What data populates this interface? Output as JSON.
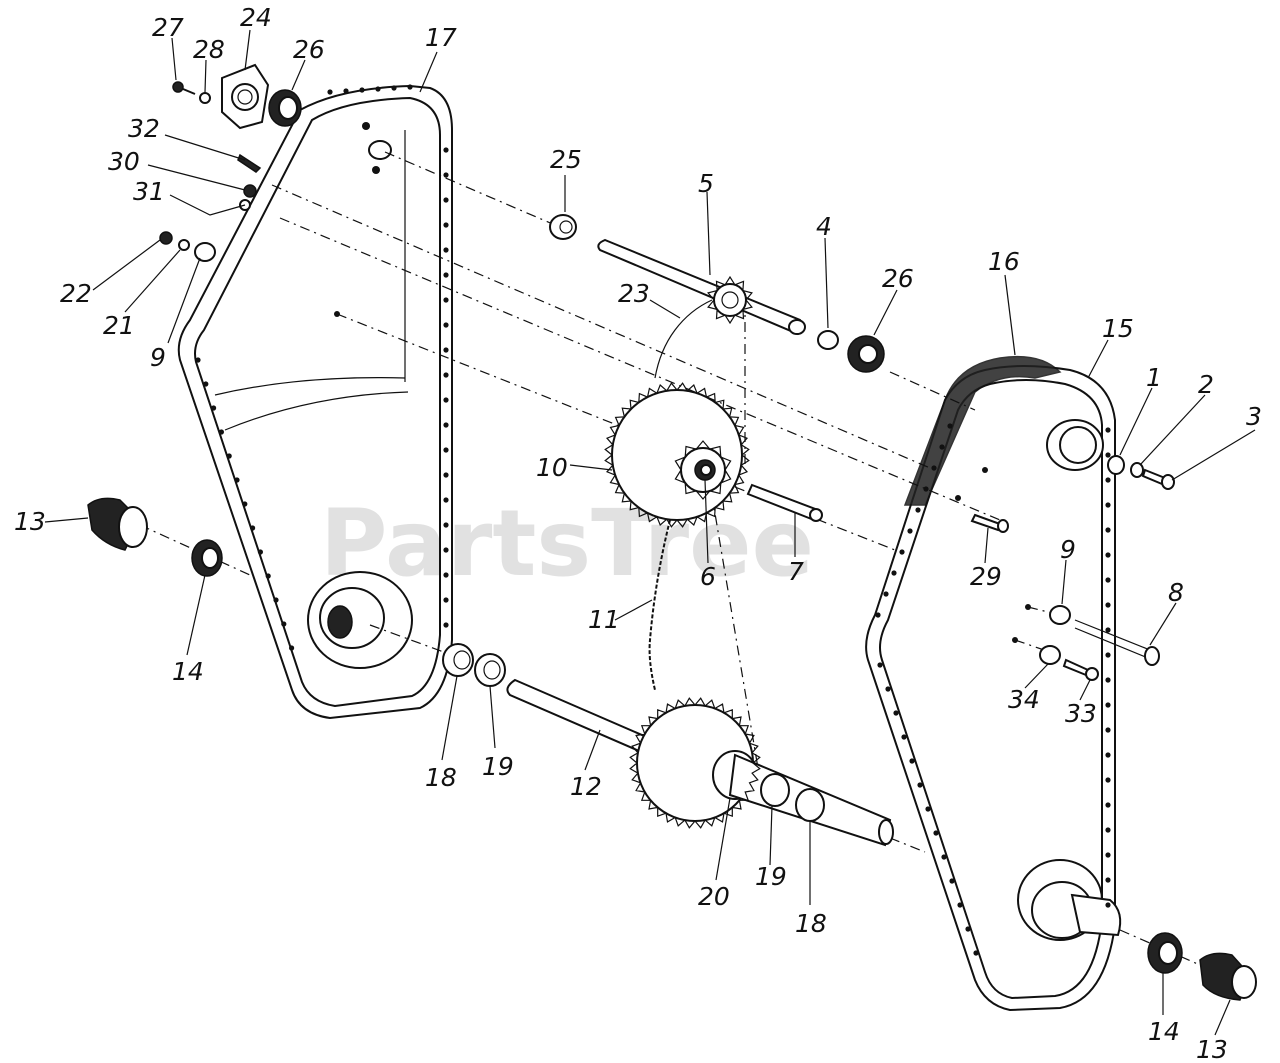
{
  "watermark": "PartsTree",
  "callouts": [
    {
      "id": "c27",
      "text": "27"
    },
    {
      "id": "c28",
      "text": "28"
    },
    {
      "id": "c24",
      "text": "24"
    },
    {
      "id": "c26a",
      "text": "26"
    },
    {
      "id": "c17",
      "text": "17"
    },
    {
      "id": "c32",
      "text": "32"
    },
    {
      "id": "c30",
      "text": "30"
    },
    {
      "id": "c31",
      "text": "31"
    },
    {
      "id": "c22",
      "text": "22"
    },
    {
      "id": "c21",
      "text": "21"
    },
    {
      "id": "c9a",
      "text": "9"
    },
    {
      "id": "c25",
      "text": "25"
    },
    {
      "id": "c5",
      "text": "5"
    },
    {
      "id": "c4",
      "text": "4"
    },
    {
      "id": "c26b",
      "text": "26"
    },
    {
      "id": "c16",
      "text": "16"
    },
    {
      "id": "c15",
      "text": "15"
    },
    {
      "id": "c1",
      "text": "1"
    },
    {
      "id": "c2",
      "text": "2"
    },
    {
      "id": "c3",
      "text": "3"
    },
    {
      "id": "c23",
      "text": "23"
    },
    {
      "id": "c10",
      "text": "10"
    },
    {
      "id": "c6",
      "text": "6"
    },
    {
      "id": "c7",
      "text": "7"
    },
    {
      "id": "c29",
      "text": "29"
    },
    {
      "id": "c9b",
      "text": "9"
    },
    {
      "id": "c8",
      "text": "8"
    },
    {
      "id": "c13a",
      "text": "13"
    },
    {
      "id": "c14a",
      "text": "14"
    },
    {
      "id": "c11",
      "text": "11"
    },
    {
      "id": "c34",
      "text": "34"
    },
    {
      "id": "c33",
      "text": "33"
    },
    {
      "id": "c18a",
      "text": "18"
    },
    {
      "id": "c19a",
      "text": "19"
    },
    {
      "id": "c12",
      "text": "12"
    },
    {
      "id": "c20",
      "text": "20"
    },
    {
      "id": "c19b",
      "text": "19"
    },
    {
      "id": "c18b",
      "text": "18"
    },
    {
      "id": "c14b",
      "text": "14"
    },
    {
      "id": "c13b",
      "text": "13"
    }
  ]
}
